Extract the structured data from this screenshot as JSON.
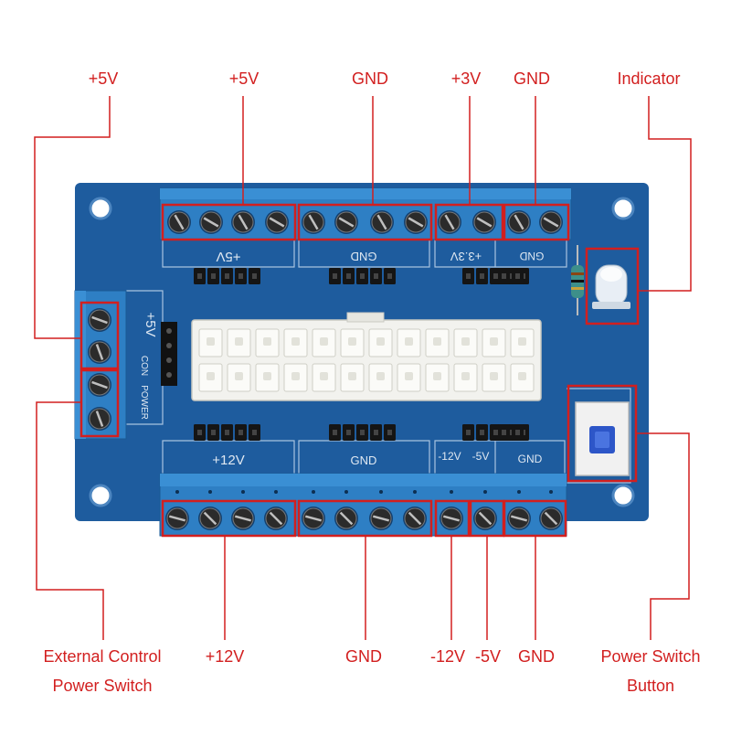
{
  "colors": {
    "pcb": "#1e5c9e",
    "pcb_dark": "#164a82",
    "terminal": "#2e7fc4",
    "screw": "#1a1a1a",
    "callout": "#d21f1f",
    "silkscreen": "#dfe8f2",
    "connector": "#f2f2ee"
  },
  "callouts": {
    "top": [
      "+5V",
      "+5V",
      "GND",
      "+3V",
      "GND",
      "Indicator"
    ],
    "bottom": [
      "+12V",
      "GND",
      "-12V",
      "-5V",
      "GND"
    ],
    "left_lines": [
      "External Control",
      "Power Switch"
    ],
    "right_lines": [
      "Power Switch",
      "Button"
    ]
  },
  "silkscreen": {
    "top_labels": [
      "+5V",
      "GND",
      "+3.3V",
      "GND"
    ],
    "bottom_labels": [
      "+12V",
      "GND",
      "-12V",
      "-5V",
      "GND"
    ],
    "left_labels": [
      "+5V",
      "CON",
      "POWER"
    ]
  },
  "icons": {
    "screw": "slotted-screw-icon",
    "led": "led-icon",
    "switch": "push-button-icon",
    "mount_hole": "mounting-hole-icon",
    "resistor": "resistor-icon"
  }
}
